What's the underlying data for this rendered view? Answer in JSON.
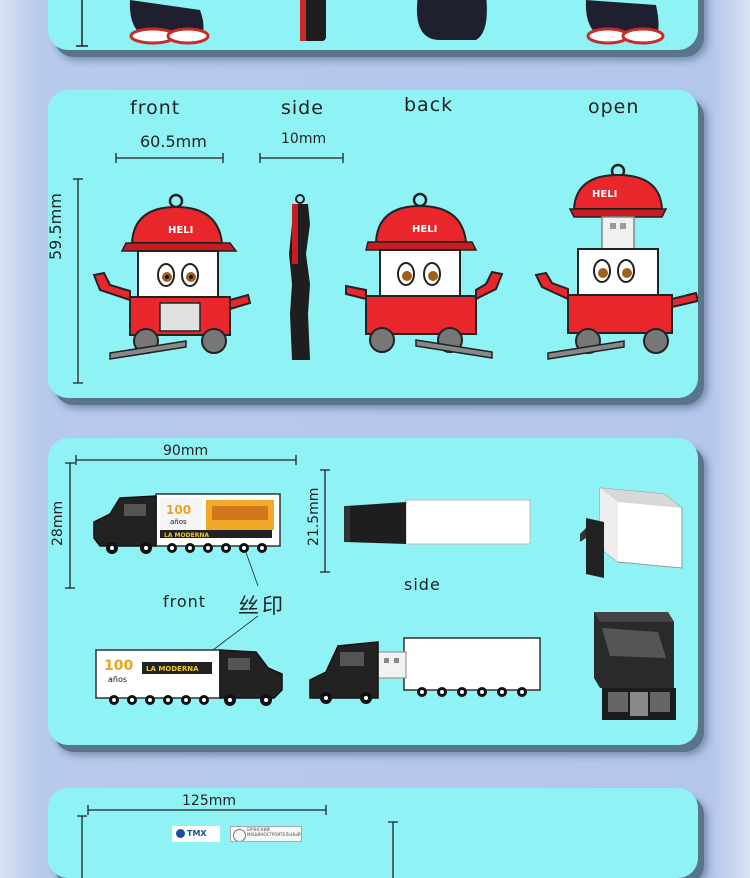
{
  "panel_mascot": {
    "labels": {
      "front": "front",
      "side": "side",
      "back": "back",
      "open": "open"
    },
    "dims": {
      "width": "60.5mm",
      "thickness": "10mm",
      "height": "59.5mm"
    },
    "cap_text": "HELI",
    "colors": {
      "red": "#e8262c",
      "cyan": "#8ff3f6",
      "dark": "#1c1c1c"
    }
  },
  "panel_truck": {
    "dims": {
      "length": "90mm",
      "height": "28mm",
      "side_height": "21.5mm"
    },
    "labels": {
      "front": "front",
      "side": "side",
      "print_note": "丝印"
    },
    "trailer": {
      "badge": "100",
      "badge_sub": "años",
      "brand": "LA MODERNA"
    }
  },
  "panel_bottom": {
    "dims": {
      "length": "125mm"
    },
    "logos": [
      "TMX",
      "БРЯНСКИЙ МАШИНОСТРОИТЕЛЬНЫЙ"
    ]
  }
}
